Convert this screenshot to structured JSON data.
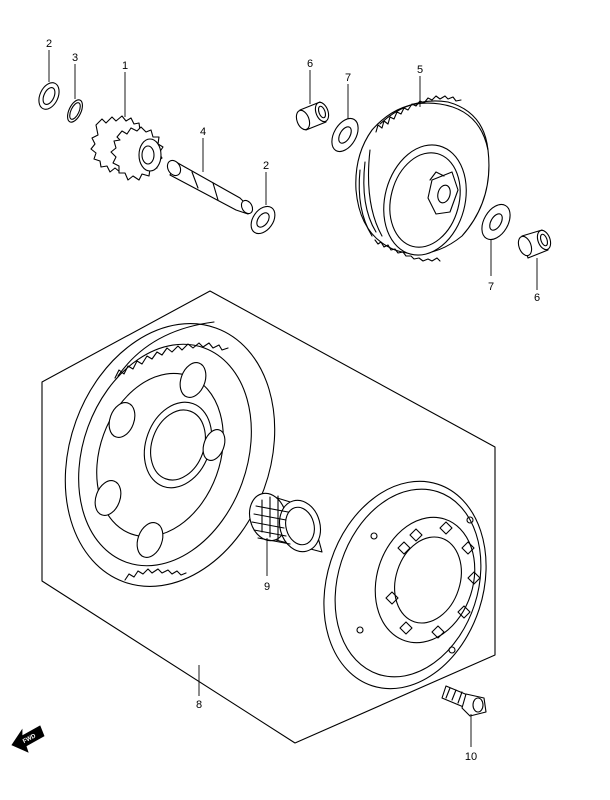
{
  "diagram": {
    "callouts": [
      {
        "id": "c2a",
        "label": "2"
      },
      {
        "id": "c3",
        "label": "3"
      },
      {
        "id": "c1",
        "label": "1"
      },
      {
        "id": "c4",
        "label": "4"
      },
      {
        "id": "c2b",
        "label": "2"
      },
      {
        "id": "c6a",
        "label": "6"
      },
      {
        "id": "c7a",
        "label": "7"
      },
      {
        "id": "c5",
        "label": "5"
      },
      {
        "id": "c7b",
        "label": "7"
      },
      {
        "id": "c6b",
        "label": "6"
      },
      {
        "id": "c9",
        "label": "9"
      },
      {
        "id": "c8",
        "label": "8"
      },
      {
        "id": "c10",
        "label": "10"
      }
    ],
    "fwd_label": "FWD"
  }
}
